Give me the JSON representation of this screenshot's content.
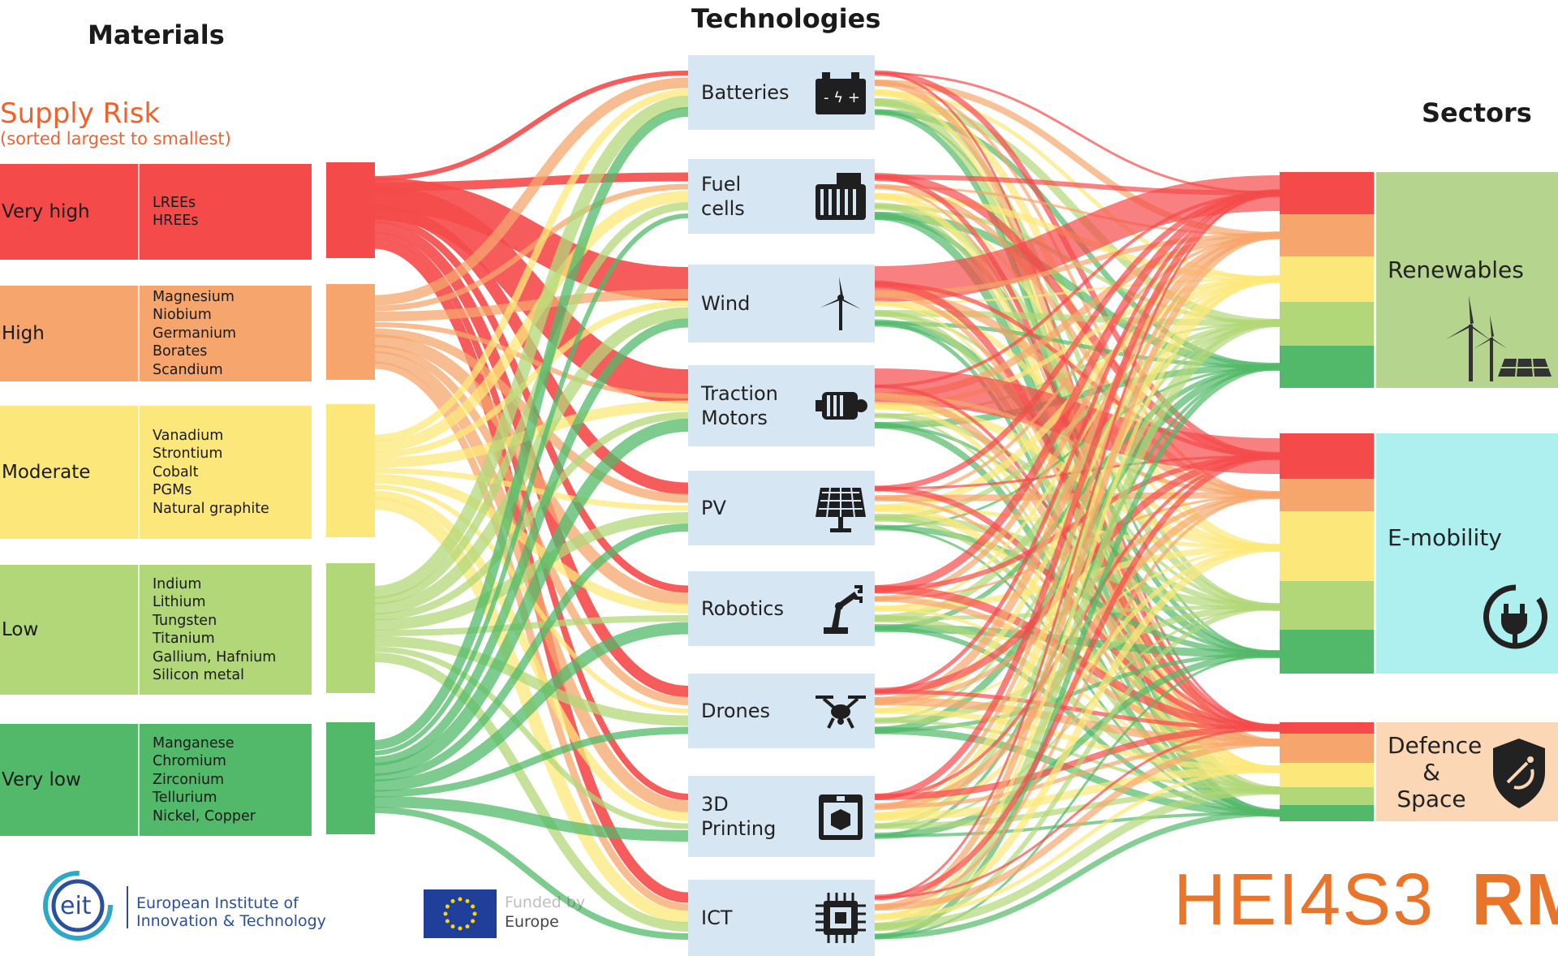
{
  "headings": {
    "materials": "Materials",
    "technologies": "Technologies",
    "sectors": "Sectors"
  },
  "supply_risk": {
    "title": "Supply Risk",
    "subtitle": "(sorted largest to smallest)"
  },
  "risk_levels": [
    {
      "level": "Very high",
      "color": "#f54a4a",
      "materials": [
        "LREEs",
        "HREEs"
      ]
    },
    {
      "level": "High",
      "color": "#f6a66c",
      "materials": [
        "Magnesium",
        "Niobium",
        "Germanium",
        "Borates",
        "Scandium"
      ]
    },
    {
      "level": "Moderate",
      "color": "#fce87a",
      "materials": [
        "Vanadium",
        "Strontium",
        "Cobalt",
        "PGMs",
        "Natural graphite"
      ]
    },
    {
      "level": "Low",
      "color": "#b2d778",
      "materials": [
        "Indium",
        "Lithium",
        "Tungsten",
        "Titanium",
        "Gallium, Hafnium",
        "Silicon metal"
      ]
    },
    {
      "level": "Very low",
      "color": "#52b96a",
      "materials": [
        "Manganese",
        "Chromium",
        "Zirconium",
        "Tellurium",
        "Nickel, Copper"
      ]
    }
  ],
  "technologies": [
    {
      "label": "Batteries",
      "icon": "battery-icon"
    },
    {
      "label": "Fuel cells",
      "icon": "fuel-cell-icon"
    },
    {
      "label": "Wind",
      "icon": "wind-turbine-icon"
    },
    {
      "label": "Traction Motors",
      "icon": "motor-icon"
    },
    {
      "label": "PV",
      "icon": "solar-panel-icon"
    },
    {
      "label": "Robotics",
      "icon": "robot-arm-icon"
    },
    {
      "label": "Drones",
      "icon": "drone-icon"
    },
    {
      "label": "3D Printing",
      "icon": "3d-printer-icon"
    },
    {
      "label": "ICT",
      "icon": "chip-icon"
    }
  ],
  "sectors": [
    {
      "label": "Renewables",
      "color": "#b5d58f",
      "icon": "renewables-icon"
    },
    {
      "label": "E-mobility",
      "color": "#aef0f0",
      "icon": "plug-icon"
    },
    {
      "label": "Defence & Space",
      "color": "#fbd7b5",
      "icon": "shield-satellite-icon"
    }
  ],
  "logos": {
    "eit_line1": "European Institute of",
    "eit_line2": "Innovation & Technology",
    "eit_mark": "eit",
    "eu_line1": "Funded by",
    "eu_line2": "Europe",
    "hei": "HEI4S3",
    "rm": "RM"
  },
  "colors": {
    "very_high": "#f54a4a",
    "high": "#f6a66c",
    "moderate": "#fce87a",
    "low": "#b2d778",
    "very_low": "#52b96a",
    "tech_box": "#d6e6f2"
  }
}
